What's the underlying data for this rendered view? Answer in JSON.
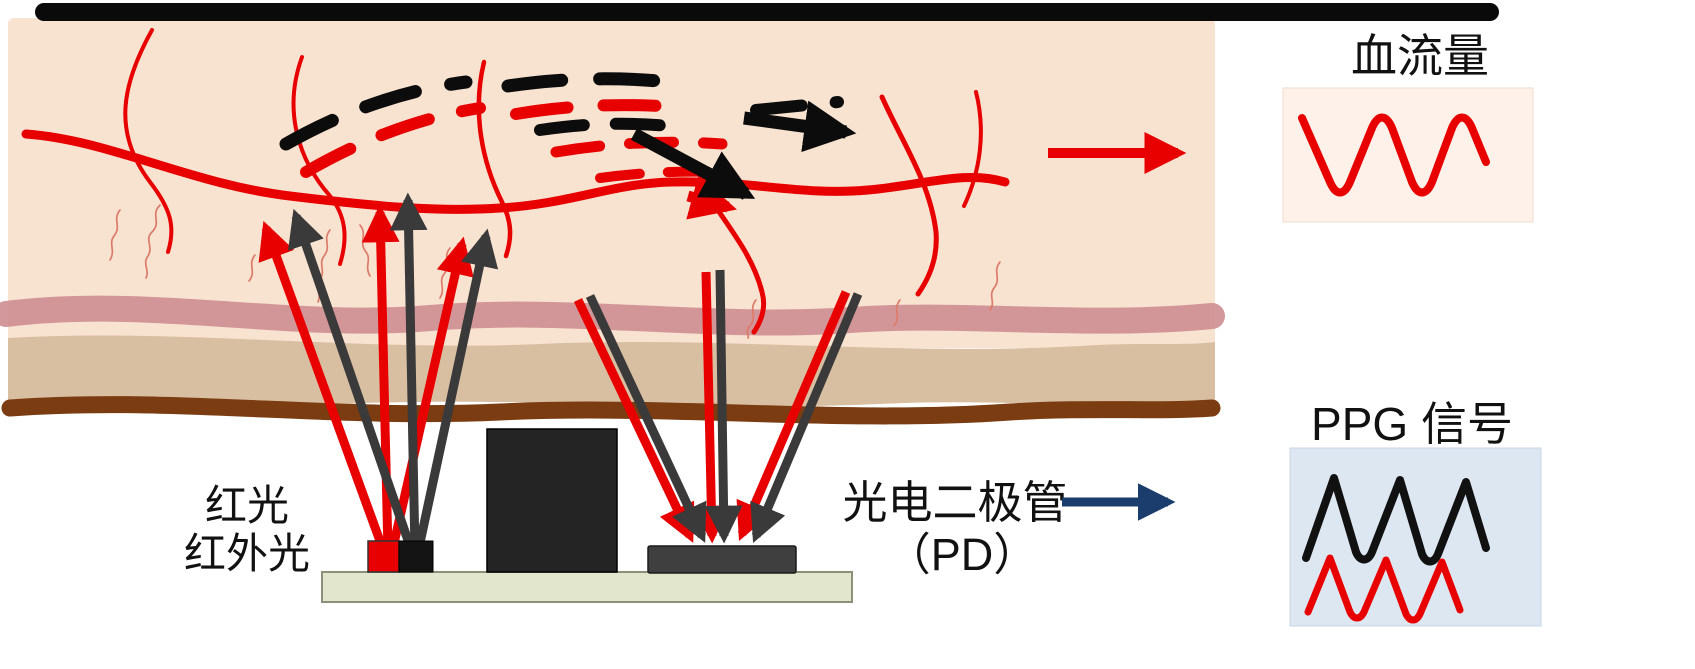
{
  "labels": {
    "light_source_line1": "红光",
    "light_source_line2": "红外光",
    "photodiode_line1": "光电二极管",
    "photodiode_line2": "（PD）",
    "blood_flow": "血流量",
    "ppg_signal": "PPG 信号"
  },
  "colors": {
    "red": "#e80000",
    "black": "#111111",
    "dark_gray": "#3a3a3a",
    "skin": "#f8e2d0",
    "dermis_band": "#cf8f92",
    "subcutis_band": "#d9bfa2",
    "deep_layer_band": "#7a3c10",
    "pcb": "#e1e6cd",
    "led_red": "#e80000",
    "led_ir": "#141414",
    "barrier": "#242424",
    "photodiode_chip": "#3f3f3f",
    "blue_arrow": "#1b3d6e",
    "blood_flow_panel_bg": "#fdf1e9",
    "ppg_panel_bg": "#dde7f2"
  }
}
